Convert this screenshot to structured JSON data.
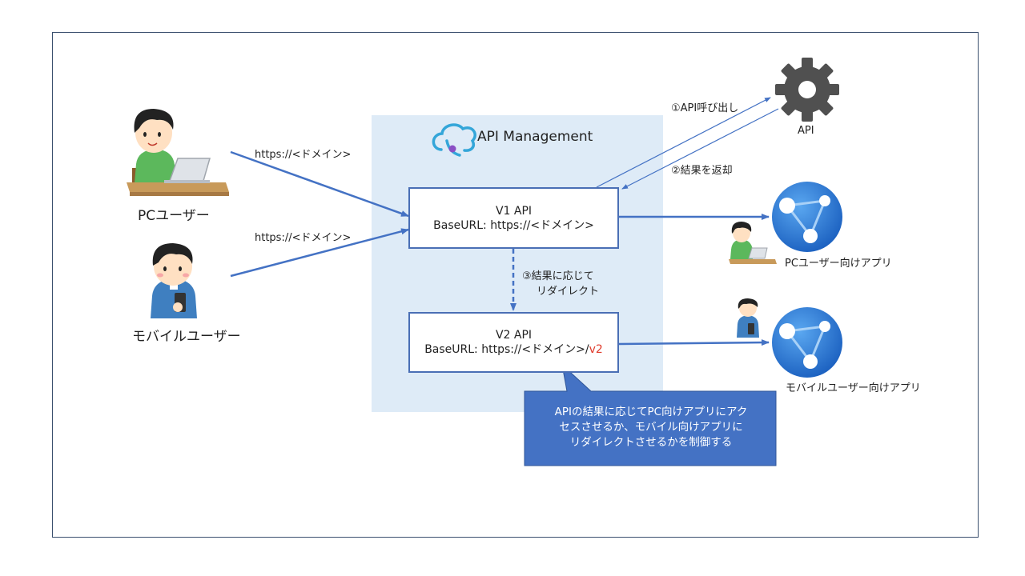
{
  "apim": {
    "title": "API Management"
  },
  "users": {
    "pc": {
      "label": "PCユーザー"
    },
    "mobile": {
      "label": "モバイルユーザー"
    }
  },
  "requests": {
    "pc_url": "https://<ドメイン>",
    "mobile_url": "https://<ドメイン>"
  },
  "v1": {
    "title": "V1 API",
    "baseurl": "BaseURL: https://<ドメイン>"
  },
  "v2": {
    "title": "V2 API",
    "baseurl_prefix": "BaseURL: https://<ドメイン>/",
    "baseurl_suffix": "v2",
    "suffix_color": "#e03a2a"
  },
  "backend": {
    "label": "API",
    "call_label": "①API呼び出し",
    "return_label": "②結果を返却"
  },
  "redirect": {
    "line1": "③結果に応じて",
    "line2": "リダイレクト"
  },
  "apps": {
    "pc": {
      "label": "PCユーザー向けアプリ"
    },
    "mobile": {
      "label": "モバイルユーザー向けアプリ"
    }
  },
  "callout": {
    "lines": [
      "APIの結果に応じてPC向けアプリにアク",
      "セスさせるか、モバイル向けアプリに",
      "リダイレクトさせるかを制御する"
    ],
    "color": "#4472c4"
  },
  "colors": {
    "arrow": "#4472c4",
    "box_border": "#4a6fb5",
    "apim_bg": "#deebf7"
  }
}
